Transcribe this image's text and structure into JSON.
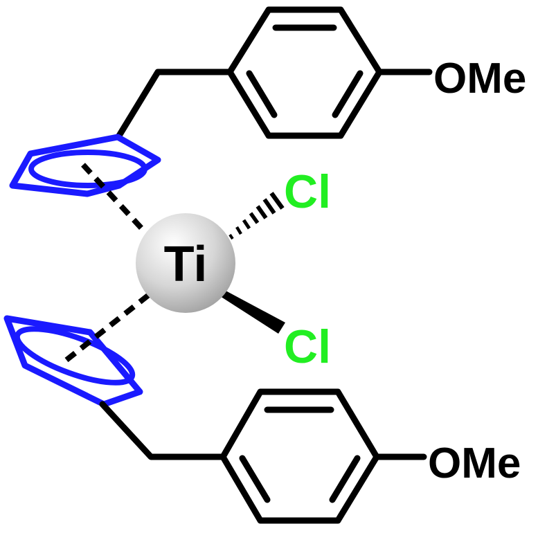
{
  "molecule": {
    "center_atom": "Ti",
    "ligand_top": "Cl",
    "ligand_bottom": "Cl",
    "substituent_top": "OMe",
    "substituent_bottom": "OMe"
  },
  "colors": {
    "bond": "#000000",
    "ring": "#1a1aff",
    "chlorine": "#22ee22",
    "titanium_sphere_light": "#ffffff",
    "titanium_sphere_dark": "#a8a8a8"
  }
}
